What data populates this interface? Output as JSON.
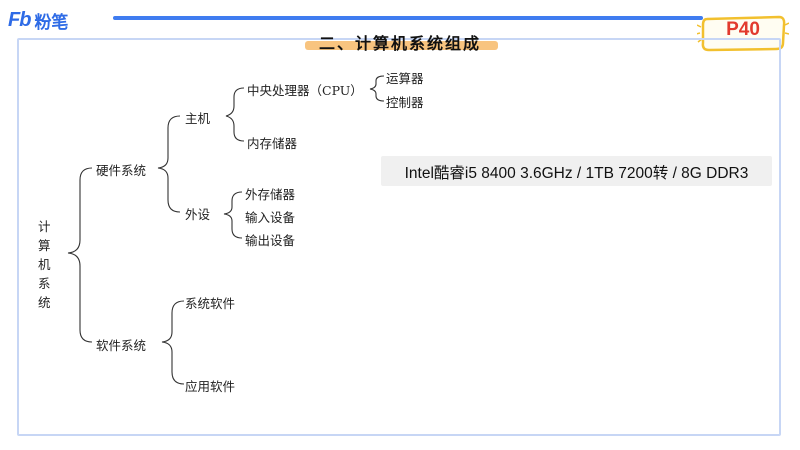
{
  "header": {
    "logo_mark": "Fb",
    "logo_text": "粉笔",
    "page_label": "P40",
    "accent_color": "#3f7cf0",
    "page_label_color": "#e23a2e"
  },
  "title": "二、计算机系统组成",
  "tree": {
    "root": "计算机系统",
    "hardware": {
      "label": "硬件系统",
      "host": {
        "label": "主机",
        "cpu": {
          "label": "中央处理器（CPU）",
          "children": [
            "运算器",
            "控制器"
          ]
        },
        "memory": "内存储器"
      },
      "peripherals": {
        "label": "外设",
        "children": [
          "外存储器",
          "输入设备",
          "输出设备"
        ]
      }
    },
    "software": {
      "label": "软件系统",
      "children": [
        "系统软件",
        "应用软件"
      ]
    }
  },
  "spec_box": "Intel酷睿i5 8400 3.6GHz  / 1TB 7200转  /  8G DDR3"
}
